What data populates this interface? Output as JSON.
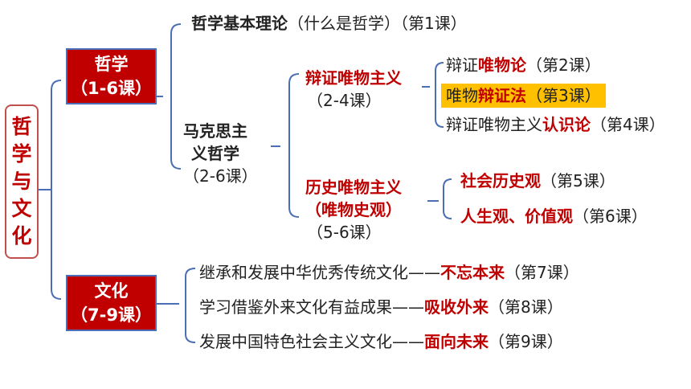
{
  "root": {
    "chars": [
      "哲",
      "学",
      "与",
      "文",
      "化"
    ]
  },
  "philosophy": {
    "title": "哲学",
    "range": "（1-6课）"
  },
  "culture": {
    "title": "文化",
    "range": "（7-9课）"
  },
  "basic": {
    "title": "哲学基本理论",
    "paren": "（什么是哲学）",
    "lesson": "（第1课）"
  },
  "marxism": {
    "line1": "马克思主",
    "line2": "义哲学",
    "range": "（2-6课）"
  },
  "dialectical": {
    "title": "辩证唯物主义",
    "range": "（2-4课）",
    "items": [
      {
        "pre": "辩证",
        "key": "唯物论",
        "post": "（第2课）"
      },
      {
        "pre": "唯物",
        "key": "辩证法",
        "post": "（第3课）"
      },
      {
        "pre": "辩证唯物主义",
        "key": "认识论",
        "post": "（第4课）"
      }
    ]
  },
  "historical": {
    "title": "历史唯物主义",
    "sub": "（唯物史观）",
    "range": "（5-6课）",
    "items": [
      {
        "key": "社会历史观",
        "post": "（第5课）"
      },
      {
        "key": "人生观、价值观",
        "post": "（第6课）"
      }
    ]
  },
  "culture_items": [
    {
      "pre": "继承和发展中华优秀传统文化——",
      "key": "不忘本来",
      "post": "（第7课）"
    },
    {
      "pre": "学习借鉴外来文化有益成果——",
      "key": "吸收外来",
      "post": "（第8课）"
    },
    {
      "pre": "发展中国特色社会主义文化——",
      "key": "面向未来",
      "post": "（第9课）"
    }
  ],
  "colors": {
    "accent_red": "#c00000",
    "highlight": "#ffc000",
    "bracket_blue": "#4a6fb5"
  }
}
